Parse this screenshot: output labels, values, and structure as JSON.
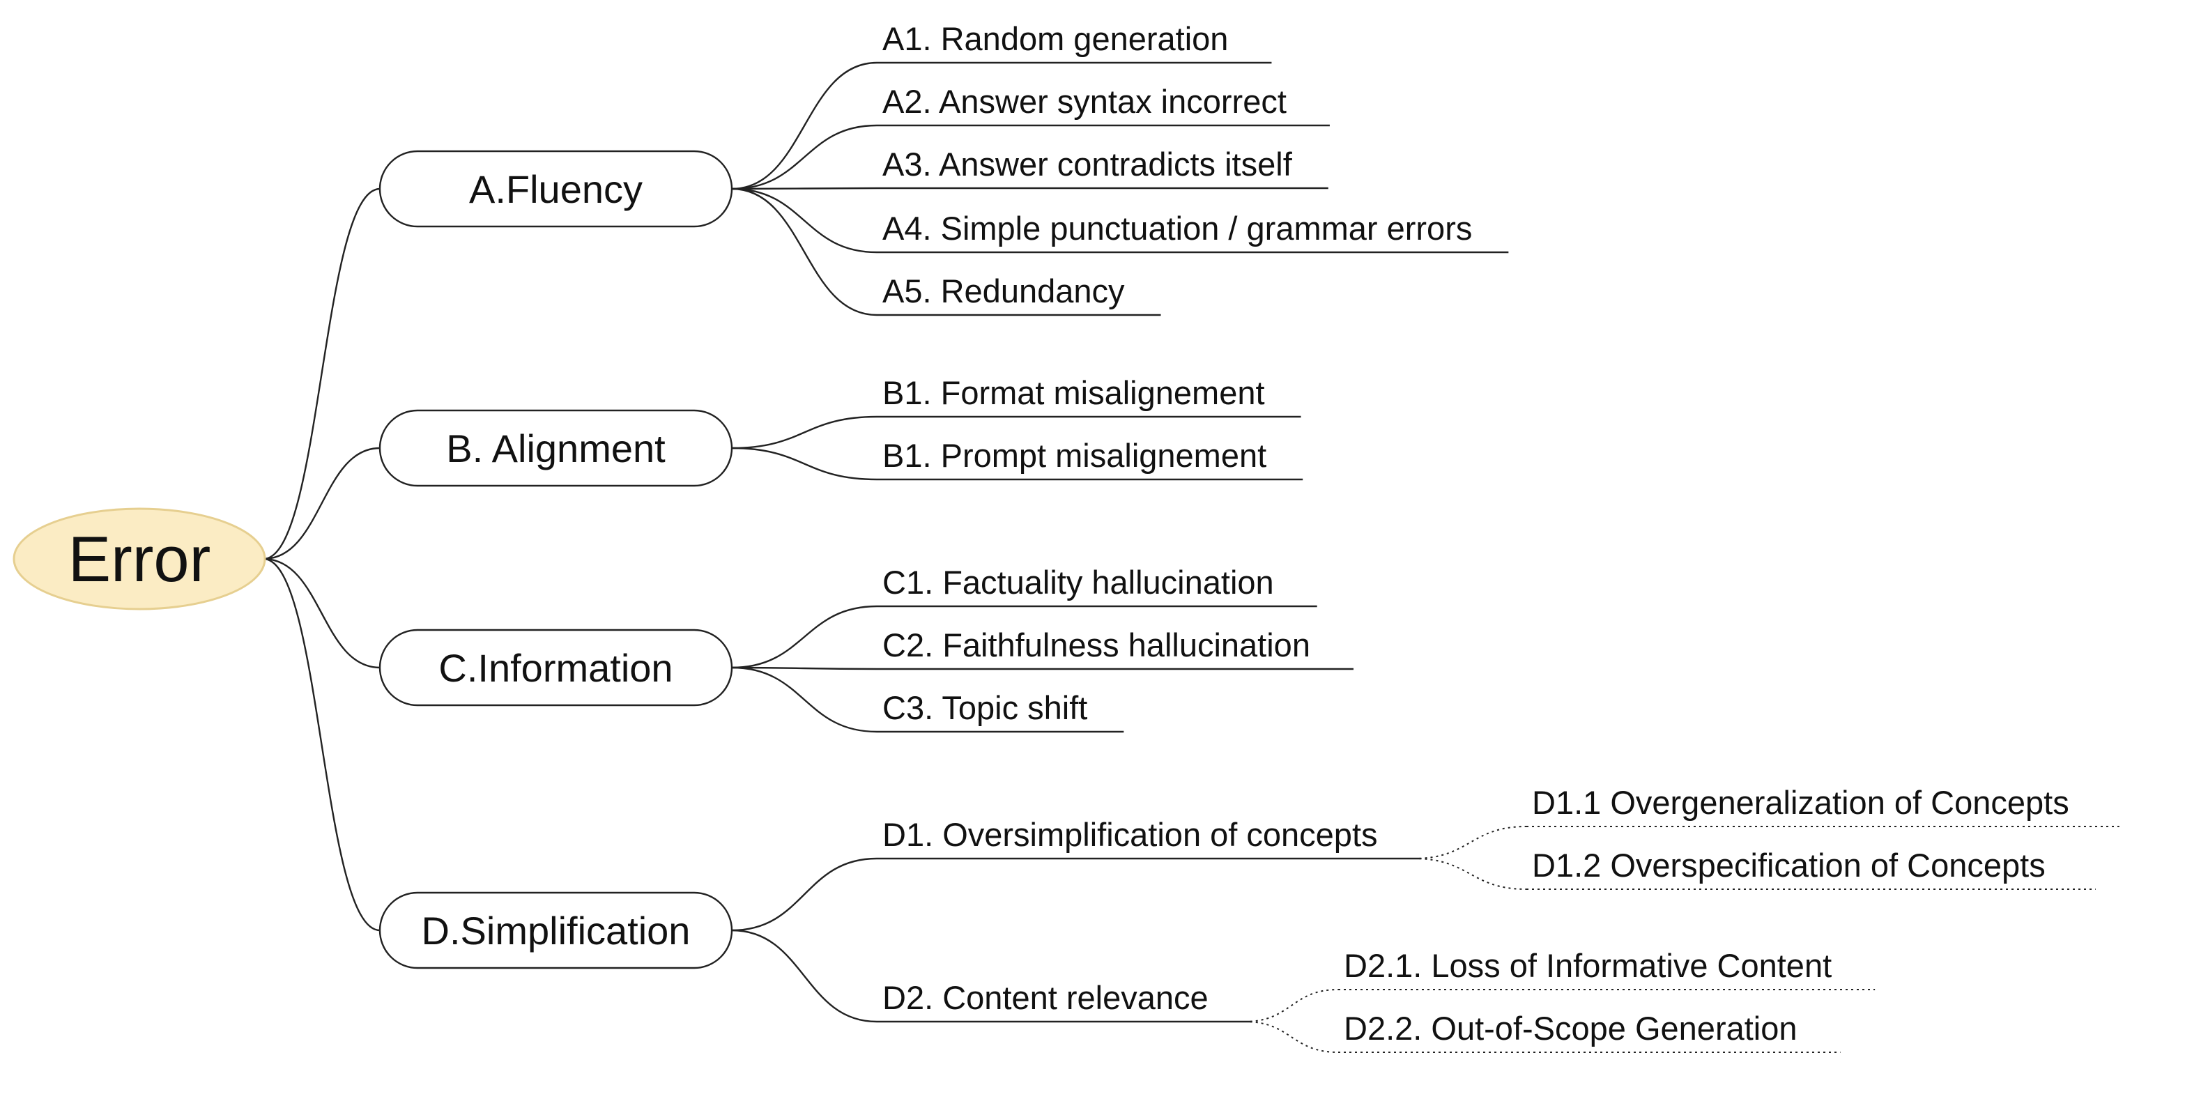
{
  "root": {
    "label": "Error",
    "fill": "#fbecc4",
    "stroke": "#e6cf90"
  },
  "categories": [
    {
      "id": "A",
      "label": "A.Fluency",
      "children": [
        {
          "label": "A1. Random generation"
        },
        {
          "label": "A2. Answer syntax incorrect"
        },
        {
          "label": "A3. Answer contradicts itself"
        },
        {
          "label": "A4. Simple punctuation / grammar errors"
        },
        {
          "label": "A5. Redundancy"
        }
      ]
    },
    {
      "id": "B",
      "label": "B. Alignment",
      "children": [
        {
          "label": "B1. Format misalignement"
        },
        {
          "label": "B1. Prompt misalignement"
        }
      ]
    },
    {
      "id": "C",
      "label": "C.Information",
      "children": [
        {
          "label": "C1. Factuality hallucination"
        },
        {
          "label": "C2. Faithfulness hallucination"
        },
        {
          "label": "C3. Topic shift"
        }
      ]
    },
    {
      "id": "D",
      "label": "D.Simplification",
      "children": [
        {
          "label": "D1. Oversimplification of concepts",
          "children": [
            {
              "label": "D1.1 Overgeneralization of Concepts"
            },
            {
              "label": "D1.2 Overspecification of Concepts"
            }
          ]
        },
        {
          "label": "D2. Content relevance",
          "children": [
            {
              "label": "D2.1. Loss of Informative Content"
            },
            {
              "label": "D2.2. Out-of-Scope Generation"
            }
          ]
        }
      ]
    }
  ]
}
